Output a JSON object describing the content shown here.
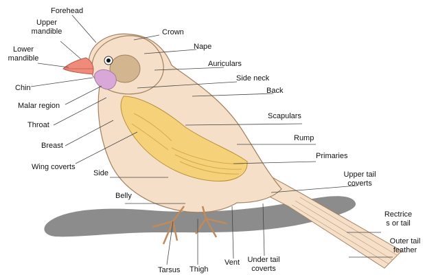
{
  "labels": {
    "forehead": "Forehead",
    "upper_mandible_1": "Upper",
    "upper_mandible_2": "mandible",
    "lower_mandible_1": "Lower",
    "lower_mandible_2": "mandible",
    "chin": "Chin",
    "malar_region": "Malar region",
    "throat": "Throat",
    "breast": "Breast",
    "wing_coverts": "Wing coverts",
    "side": "Side",
    "belly": "Belly",
    "tarsus": "Tarsus",
    "thigh": "Thigh",
    "vent": "Vent",
    "under_tail_coverts_1": "Under tail",
    "under_tail_coverts_2": "coverts",
    "crown": "Crown",
    "nape": "Nape",
    "auriculars": "Auriculars",
    "side_neck": "Side neck",
    "back": "Back",
    "scapulars": "Scapulars",
    "rump": "Rump",
    "primaries": "Primaries",
    "upper_tail_coverts_1": "Upper tail",
    "upper_tail_coverts_2": "coverts",
    "rectrices_1": "Rectrice",
    "rectrices_2": "s or tail",
    "outer_tail_feather_1": "Outer tail",
    "outer_tail_feather_2": "feather"
  },
  "colors": {
    "body": "#f6dfc8",
    "outline": "#a08060",
    "wing": "#f5d27a",
    "wing_dark": "#e2b34a",
    "beak": "#f08a7a",
    "cheek": "#d9a8d8",
    "auricular": "#d3b58f",
    "branch": "#8c8c8c",
    "feet": "#e8b48a"
  }
}
